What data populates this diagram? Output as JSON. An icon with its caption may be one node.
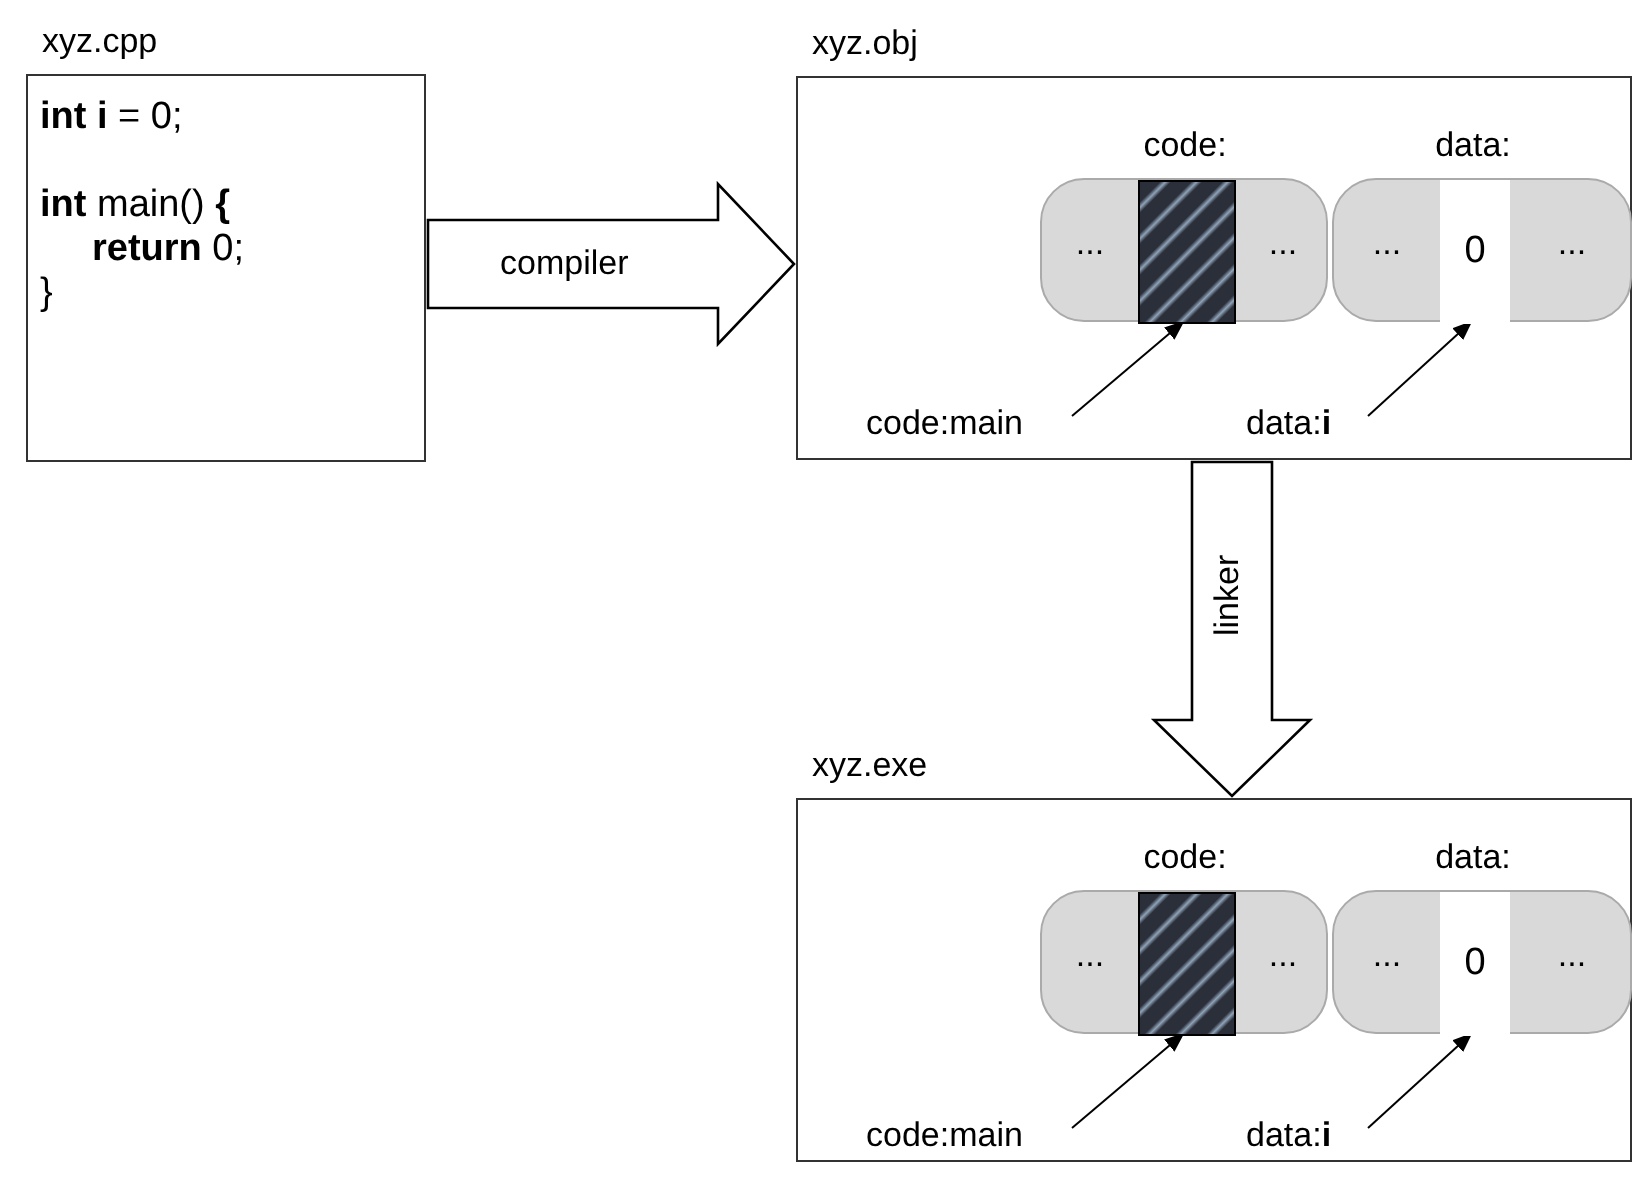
{
  "diagram": {
    "nodes": [
      {
        "text": [
          "xyz.cpp",
          "**int i** = 0;",
          "**int** main() **{**",
          "**return** 0;",
          "}"
        ]
      },
      {
        "text": [
          "xyz.obj"
        ]
      },
      {
        "text": [
          "code:",
          "...",
          "..."
        ],
        "in": 1
      },
      {
        "text": [],
        "shape": "box",
        "in": 2
      },
      {
        "text": [
          "data:",
          "...",
          "..."
        ],
        "in": 1
      },
      {
        "text": [
          "0"
        ],
        "in": 4
      },
      {
        "text": [
          "code:main"
        ],
        "in": 1
      },
      {
        "text": [
          "data:**i**"
        ],
        "in": 1
      },
      {
        "text": [
          "xyz.exe"
        ]
      },
      {
        "text": [
          "code:",
          "...",
          "..."
        ],
        "in": 8
      },
      {
        "text": [],
        "shape": "box",
        "in": 9
      },
      {
        "text": [
          "data:",
          "...",
          "..."
        ],
        "in": 8
      },
      {
        "text": [
          "0"
        ],
        "in": 11
      },
      {
        "text": [
          "code:main"
        ],
        "in": 8
      },
      {
        "text": [
          "data:**i**"
        ],
        "in": 8
      }
    ],
    "edges": [
      {
        "from": 0,
        "to": 1,
        "arrow": "to",
        "label": "compiler"
      },
      {
        "from": 1,
        "to": 8,
        "arrow": "to",
        "label": "linker"
      },
      {
        "from": 6,
        "to": 3,
        "arrow": "to"
      },
      {
        "from": 7,
        "to": 5,
        "arrow": "to"
      },
      {
        "from": 13,
        "to": 10,
        "arrow": "to"
      },
      {
        "from": 14,
        "to": 12,
        "arrow": "to"
      }
    ]
  }
}
